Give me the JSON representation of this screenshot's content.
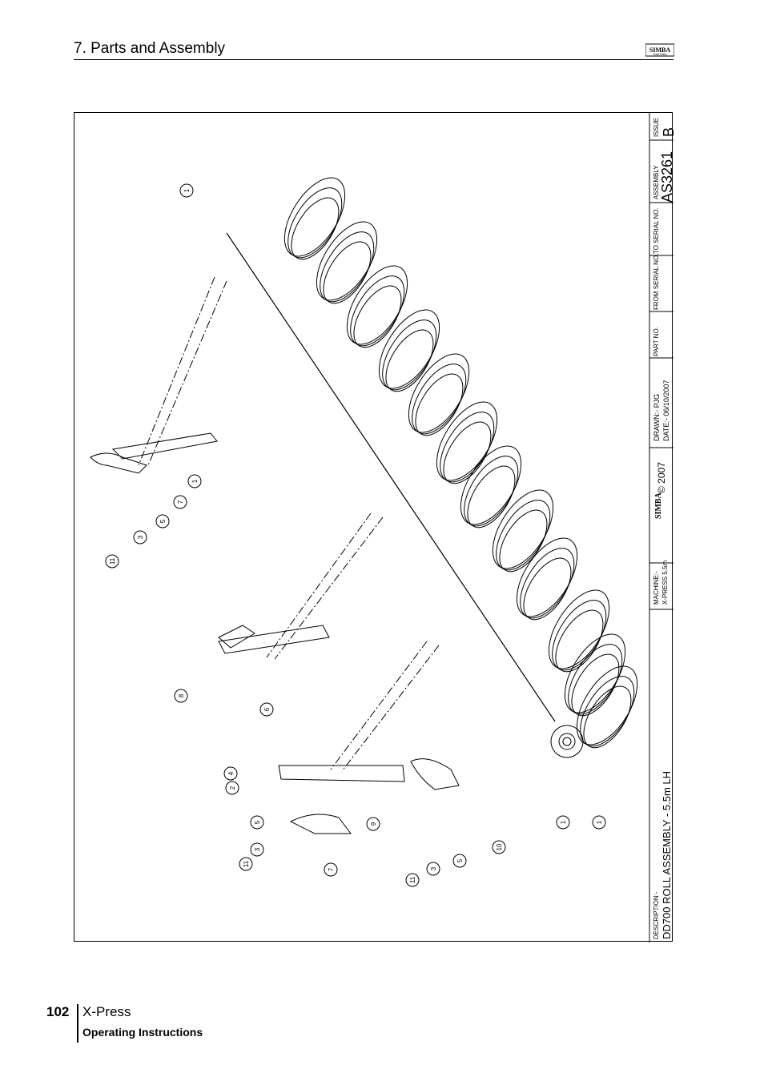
{
  "header": {
    "section_title": "7. Parts and Assembly"
  },
  "footer": {
    "page_number": "102",
    "product": "X-Press",
    "subtitle": "Operating Instructions"
  },
  "logo": {
    "brand": "SIMBA",
    "subbrand": "Great Plains"
  },
  "title_block": {
    "issue_label": "ISSUE",
    "issue_value": "B",
    "assembly_label": "ASSEMBLY",
    "assembly_value": "AS3261",
    "to_serial_label": "TO SERIAL NO.",
    "from_serial_label": "FROM SERIAL NO.",
    "part_no_label": "PART NO.",
    "drawn_label": "DRAWN:-  PJG",
    "date_label": "DATE:-  06/10/2007",
    "copyright": "© 2007",
    "machine_label": "MACHINE:-",
    "machine_value": "X-PRESS 5.5m",
    "description_label": "DESCRIPTION:-",
    "description_value": "DD700 ROLL ASSEMBLY - 5.5m LH"
  },
  "callouts": [
    "1",
    "1",
    "1",
    "7",
    "5",
    "3",
    "11",
    "8",
    "6",
    "4",
    "2",
    "9",
    "5",
    "3",
    "11",
    "7",
    "10",
    "5",
    "3",
    "11",
    "1"
  ],
  "colors": {
    "ink": "#000000",
    "paper": "#ffffff"
  }
}
